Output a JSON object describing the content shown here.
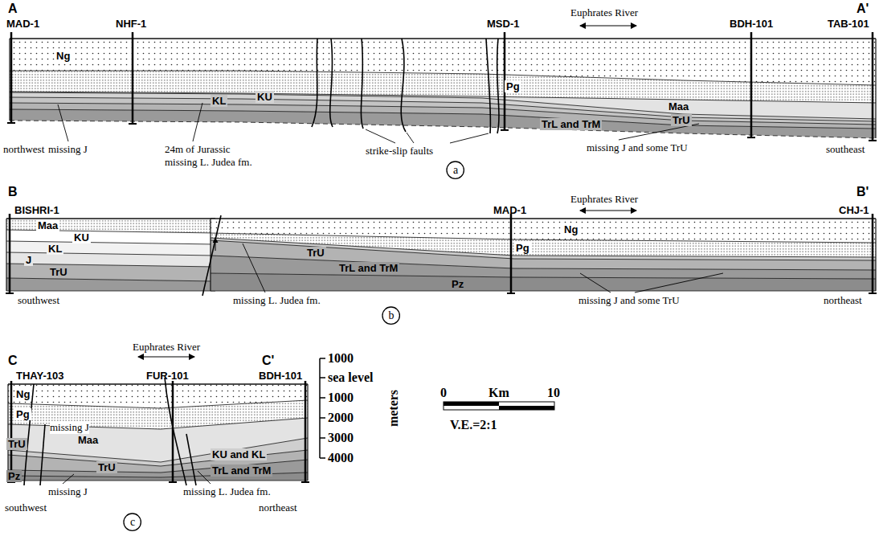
{
  "diagram": {
    "nodes": [
      {
        "text": [
          "a"
        ]
      },
      {
        "text": [
          "b"
        ]
      },
      {
        "text": [
          "c"
        ]
      }
    ],
    "labels": [
      "A",
      "A'",
      "MAD-1",
      "NHF-1",
      "MSD-1",
      "Euphrates River",
      "BDH-101",
      "TAB-101",
      "Ng",
      "Pg",
      "KL",
      "KU",
      "Maa",
      "TrL and TrM",
      "TrU",
      "northwest",
      "missing J",
      "24m of Jurassic missing L. Judea fm.",
      "strike-slip faults",
      "missing J and some TrU",
      "southeast",
      "B",
      "B'",
      "BISHRI-1",
      "MAD-1",
      "Euphrates River",
      "CHJ-1",
      "Maa",
      "KU",
      "KL",
      "J",
      "TrU",
      "Ng",
      "Pg",
      "TrU",
      "missing L. Judea fm.",
      "TrL and TrM",
      "Pz",
      "missing J and some TrU",
      "southwest",
      "northeast",
      "C",
      "Euphrates River",
      "C'",
      "THAY-103",
      "FUR-101",
      "BDH-101",
      "Ng",
      "Pg",
      "missing J",
      "TrU",
      "Maa",
      "KU and KL",
      "TrL and TrM",
      "Pz",
      "TrU",
      "missing J",
      "missing L. Judea fm.",
      "southwest",
      "northeast",
      "1000",
      "sea level",
      "1000",
      "2000",
      "3000",
      "4000",
      "meters",
      "0",
      "Km",
      "10",
      "V.E.=2:1"
    ]
  }
}
